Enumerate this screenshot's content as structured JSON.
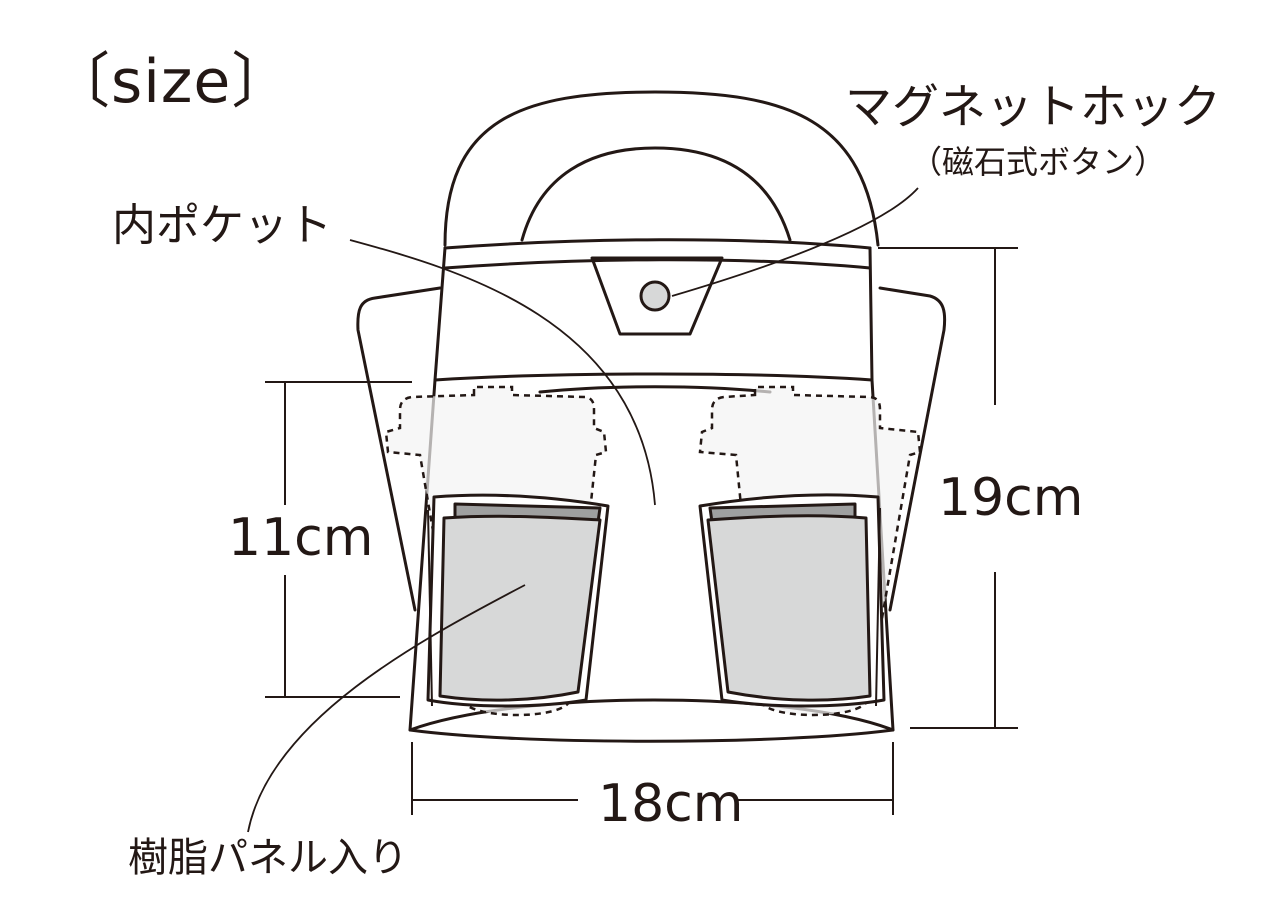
{
  "title": "〔size〕",
  "labels": {
    "magnet_hook": "マグネットホック",
    "magnet_hook_sub": "（磁石式ボタン）",
    "inner_pocket": "内ポケット",
    "resin_panel": "樹脂パネル入り"
  },
  "dimensions": {
    "cup_pocket_height": "11cm",
    "bag_height": "19cm",
    "bag_width": "18cm"
  },
  "colors": {
    "stroke": "#231815",
    "panel_fill": "#d7d8d8",
    "panel_top": "#9fa0a0",
    "button_fill": "#d7d8d8",
    "cup_fill": "#f2f2f2"
  }
}
